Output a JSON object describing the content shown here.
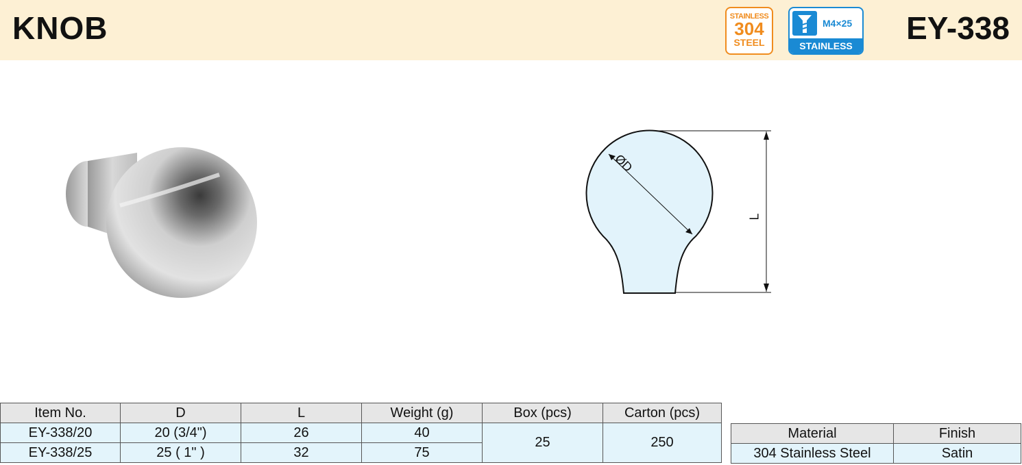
{
  "header": {
    "title": "KNOB",
    "model": "EY-338",
    "badge_material": {
      "line1": "STAINLESS",
      "line2": "304",
      "line3": "STEEL",
      "color": "#f08c1e"
    },
    "badge_screw": {
      "spec": "M4×25",
      "label": "STAINLESS",
      "color": "#1a8ad4"
    }
  },
  "drawing": {
    "diameter_label": "ØD",
    "length_label": "L"
  },
  "spec_table": {
    "headers": [
      "Item No.",
      "D",
      "L",
      "Weight (g)",
      "Box (pcs)",
      "Carton (pcs)"
    ],
    "rows": [
      {
        "item": "EY-338/20",
        "d": "20 (3/4\")",
        "l": "26",
        "weight": "40"
      },
      {
        "item": "EY-338/25",
        "d": "25 (  1\" )",
        "l": "32",
        "weight": "75"
      }
    ],
    "box": "25",
    "carton": "250"
  },
  "material_table": {
    "headers": [
      "Material",
      "Finish"
    ],
    "material": "304 Stainless Steel",
    "finish": "Satin"
  }
}
